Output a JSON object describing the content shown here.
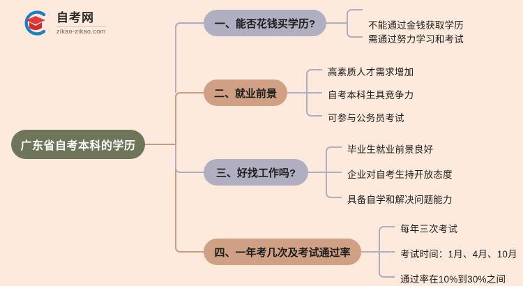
{
  "brand": {
    "name_cn": "自考网",
    "name_en": "zikao-zikao.com",
    "logo_icon": "graduation-cap-logo-icon",
    "arc_color": "#1e7fc4",
    "cap_color": "#e0393e"
  },
  "palette": {
    "background": "#fdeadd",
    "root_fill": "#6e7559",
    "purple_fill": "#b0aec1",
    "tan_fill": "#d0a084",
    "purple_wire": "#aeadc0",
    "tan_wire": "#c89b7e",
    "text_dark": "#1d1d1d",
    "text_light": "#ffffff"
  },
  "mindmap": {
    "root": {
      "label": "广东省自考本科的学历"
    },
    "branches": [
      {
        "label": "一、能否花钱买学历?",
        "color": "purple",
        "children": [
          "不能通过金钱获取学历",
          "需通过努力学习和考试"
        ]
      },
      {
        "label": "二、就业前景",
        "color": "tan",
        "children": [
          "高素质人才需求增加",
          "自考本科生具竞争力",
          "可参与公务员考试"
        ]
      },
      {
        "label": "三、好找工作吗?",
        "color": "purple",
        "children": [
          "毕业生就业前景良好",
          "企业对自考生持开放态度",
          "具备自学和解决问题能力"
        ]
      },
      {
        "label": "四、一年考几次及考试通过率",
        "color": "tan",
        "children": [
          "每年三次考试",
          "考试时间：1月、4月、10月",
          "通过率在10%到30%之间"
        ]
      }
    ]
  }
}
